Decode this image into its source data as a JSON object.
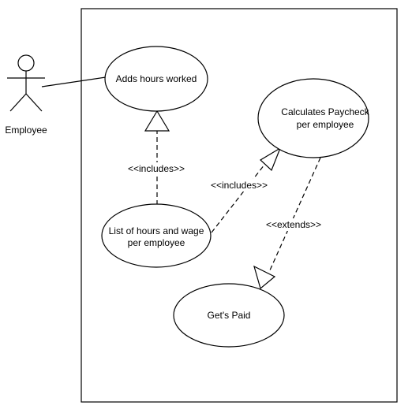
{
  "actor": {
    "label": "Employee"
  },
  "use_cases": {
    "adds_hours": "Adds hours worked",
    "calculates_paycheck": [
      "Calculates Paycheck",
      "per employee"
    ],
    "list_hours_wage": [
      "List of hours and wage",
      "per employee"
    ],
    "gets_paid": "Get's Paid"
  },
  "relationships": {
    "includes_1": "<<includes>>",
    "includes_2": "<<includes>>",
    "extends": "<<extends>>"
  }
}
